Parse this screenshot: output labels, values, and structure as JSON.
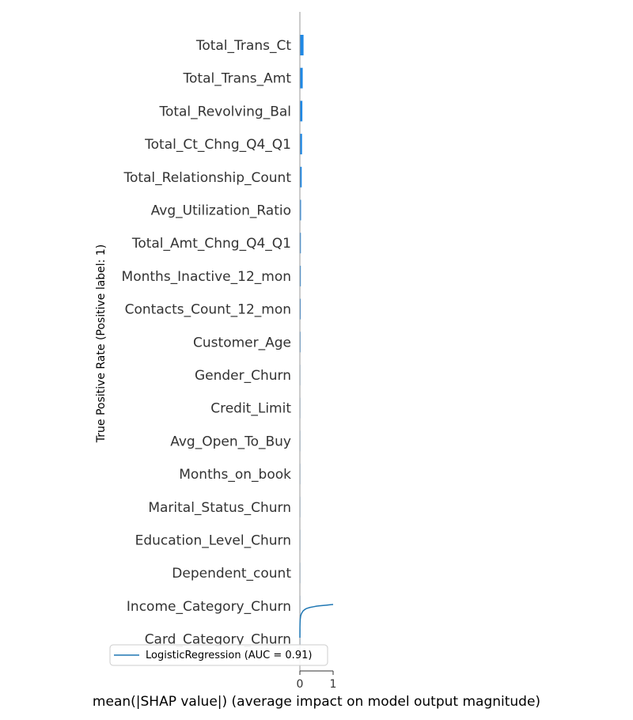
{
  "chart_data": [
    {
      "type": "bar",
      "orientation": "horizontal",
      "categories": [
        "Total_Trans_Ct",
        "Total_Trans_Amt",
        "Total_Revolving_Bal",
        "Total_Ct_Chng_Q4_Q1",
        "Total_Relationship_Count",
        "Avg_Utilization_Ratio",
        "Total_Amt_Chng_Q4_Q1",
        "Months_Inactive_12_mon",
        "Contacts_Count_12_mon",
        "Customer_Age",
        "Gender_Churn",
        "Credit_Limit",
        "Avg_Open_To_Buy",
        "Months_on_book",
        "Marital_Status_Churn",
        "Education_Level_Churn",
        "Dependent_count",
        "Income_Category_Churn",
        "Card_Category_Churn"
      ],
      "values": [
        0.11,
        0.085,
        0.075,
        0.065,
        0.055,
        0.035,
        0.03,
        0.028,
        0.025,
        0.02,
        0.006,
        0.004,
        0.004,
        0.003,
        0.003,
        0.003,
        0.002,
        0.002,
        0.001
      ],
      "xlabel": "mean(|SHAP value|) (average impact on model output magnitude)",
      "xlim": [
        0,
        1
      ],
      "xticks": [
        "0",
        "1"
      ],
      "color": "#1e88e5",
      "grid": false
    },
    {
      "type": "line",
      "series": [
        {
          "name": "LogisticRegression (AUC = 0.91)",
          "x": [
            0,
            0.002,
            0.005,
            0.01,
            0.02,
            0.03,
            0.05,
            0.08,
            0.1,
            0.15,
            0.2,
            0.3,
            0.4,
            0.5,
            0.6,
            0.7,
            0.8,
            0.9,
            1.0
          ],
          "y": [
            0,
            0.3,
            0.45,
            0.55,
            0.63,
            0.68,
            0.73,
            0.78,
            0.81,
            0.85,
            0.88,
            0.91,
            0.93,
            0.95,
            0.96,
            0.97,
            0.98,
            0.99,
            1.0
          ]
        }
      ],
      "ylabel": "True Positive Rate (Positive label: 1)",
      "xlim": [
        0,
        1
      ],
      "ylim": [
        0,
        1
      ],
      "legend": "lower-left",
      "color": "#1f77b4"
    }
  ]
}
